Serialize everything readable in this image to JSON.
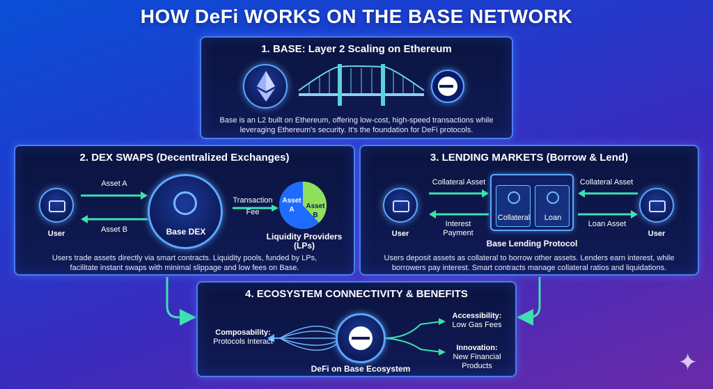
{
  "title": "HOW DeFi WORKS ON THE BASE NETWORK",
  "colors": {
    "accent_blue": "#4a7ef0",
    "arrow_green": "#3ee0b0",
    "pie_green": "#8fe05a",
    "pie_blue": "#1e6bff"
  },
  "panel1": {
    "title": "1. BASE: Layer 2 Scaling on Ethereum",
    "icons": [
      "ethereum-icon",
      "bridge-icon",
      "base-logo-icon"
    ],
    "desc_line1": "Base is an L2 built on Ethereum, offering low-cost, high-speed transactions while",
    "desc_line2": "leveraging Ethereum's security. It's the foundation for DeFi protocols."
  },
  "panel2": {
    "title": "2. DEX SWAPS (Decentralized Exchanges)",
    "user": "User",
    "asset_a": "Asset A",
    "asset_b": "Asset B",
    "hub": "Base DEX",
    "fee_line1": "Transaction",
    "fee_line2": "Fee",
    "pie_a_line1": "Asset",
    "pie_a_line2": "A",
    "pie_b_line1": "Asset",
    "pie_b_line2": "B",
    "lp_line1": "Liquidity Providers",
    "lp_line2": "(LPs)",
    "desc_line1": "Users trade assets directly via smart contracts. Liquidity pools, funded by LPs,",
    "desc_line2": "facilitate instant swaps with minimal slippage and low fees on Base."
  },
  "panel3": {
    "title": "3. LENDING MARKETS (Borrow & Lend)",
    "user_left": "User",
    "user_right": "User",
    "collateral_left": "Collateral Asset",
    "collateral_right": "Collateral Asset",
    "interest_line1": "Interest",
    "interest_line2": "Payment",
    "loan_asset": "Loan Asset",
    "collateral": "Collateral",
    "loan": "Loan",
    "protocol": "Base Lending Protocol",
    "desc_line1": "Users deposit assets as collateral to borrow other assets. Lenders earn interest, while",
    "desc_line2": "borrowers pay interest. Smart contracts manage collateral ratios and liquidations."
  },
  "panel4": {
    "title": "4. ECOSYSTEM CONNECTIVITY & BENEFITS",
    "composability": "Composability:",
    "composability_sub": "Protocols Interact",
    "hub": "DeFi on Base Ecosystem",
    "accessibility": "Accessibility:",
    "accessibility_sub": "Low Gas Fees",
    "innovation": "Innovation:",
    "innovation_line1": "New Financial",
    "innovation_line2": "Products"
  }
}
